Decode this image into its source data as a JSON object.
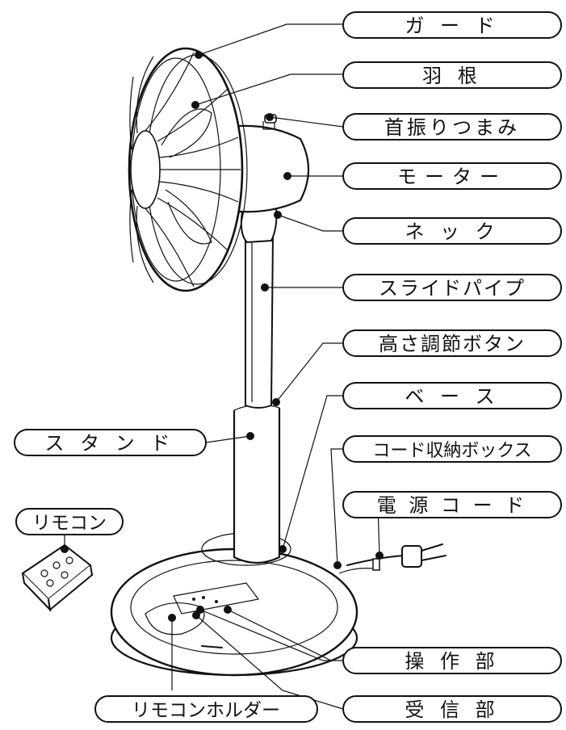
{
  "labels": {
    "guard": "ガ ー ド",
    "blades": "羽 根",
    "oscillation_knob": "首振りつまみ",
    "motor": "モーター",
    "neck": "ネ ッ ク",
    "slide_pipe": "スライドパイプ",
    "height_button": "高さ調節ボタン",
    "base": "ベ ー ス",
    "stand": "ス タ ン ド",
    "cord_box": "コード収納ボックス",
    "power_cord": "電 源 コ ー ド",
    "remote": "リモコン",
    "control_panel": "操 作 部",
    "remote_holder": "リモコンホルダー",
    "receiver": "受 信 部"
  }
}
